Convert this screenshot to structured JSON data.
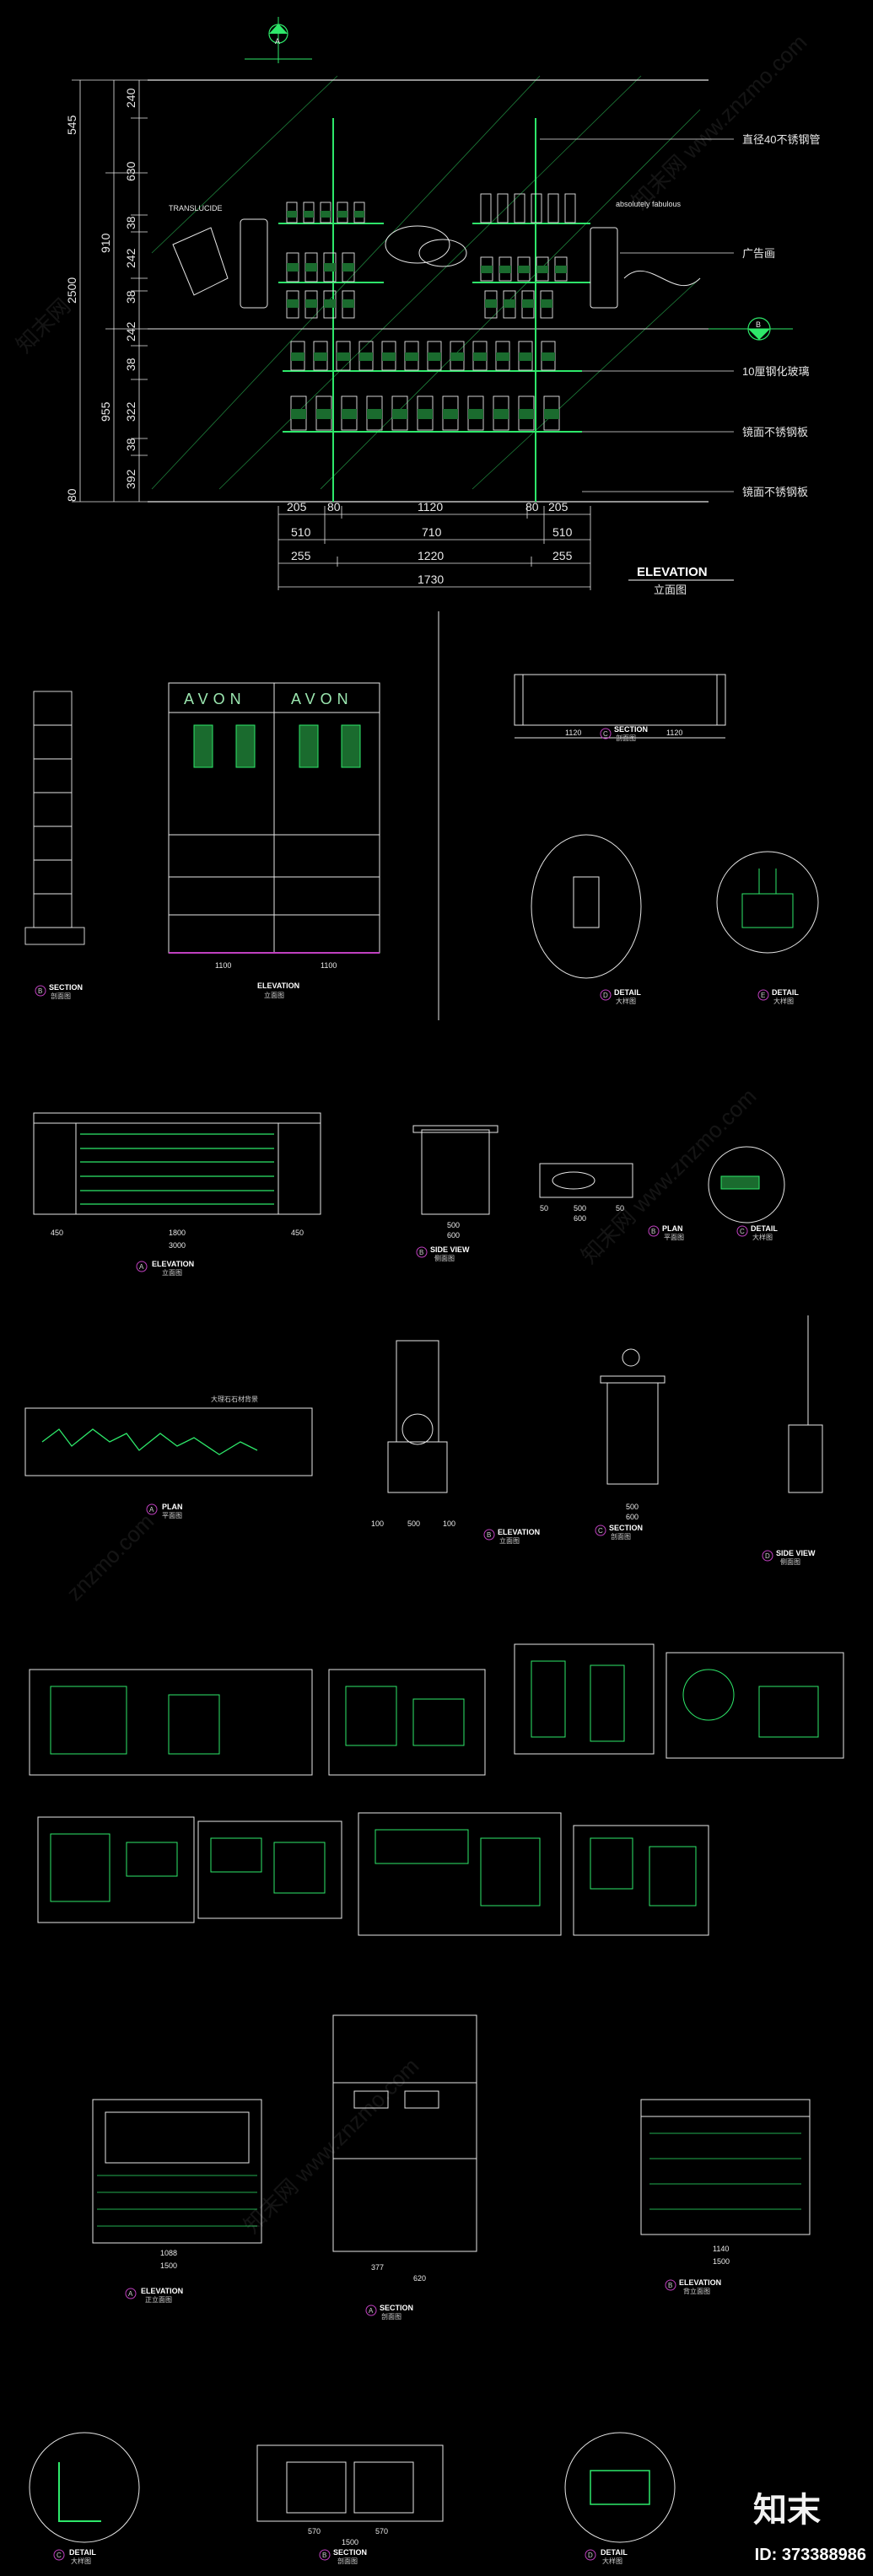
{
  "top": {
    "title": "ELEVATION",
    "subtitle": "立面图",
    "notes": [
      "直径40不锈钢管",
      "广告画",
      "10厘钢化玻璃",
      "镜面不锈钢板",
      "镜面不锈钢板"
    ],
    "left_dims": [
      "545",
      "240",
      "630",
      "910",
      "38",
      "242",
      "2500",
      "38",
      "242",
      "38",
      "955",
      "322",
      "38",
      "80",
      "392"
    ],
    "bottom_dims_row1": [
      "205",
      "80",
      "1120",
      "80",
      "205"
    ],
    "bottom_dims_row2": [
      "510",
      "710",
      "510"
    ],
    "bottom_dims_row3": [
      "255",
      "1220",
      "255"
    ],
    "bottom_dims_row4": [
      "1730"
    ],
    "section_marks": [
      "A",
      "B"
    ],
    "brand_left": "TRANSLUCIDE",
    "brand_right": "absolutely fabulous"
  },
  "row2": {
    "left_section": {
      "letter": "B",
      "title": "SECTION",
      "subtitle": "剖面图"
    },
    "center_elevation": {
      "brand": "AVON",
      "brand2": "AVON",
      "title": "ELEVATION",
      "subtitle": "立面图",
      "dims": [
        "1100",
        "1100"
      ]
    },
    "right_section": {
      "letter": "C",
      "title": "SECTION",
      "subtitle": "剖面图",
      "dims": [
        "1120",
        "1120"
      ]
    },
    "detail1": {
      "letter": "D",
      "title": "DETAIL",
      "subtitle": "大样图"
    },
    "detail2": {
      "letter": "E",
      "title": "DETAIL",
      "subtitle": "大样图"
    }
  },
  "row3": {
    "elevation": {
      "letter": "A",
      "title": "ELEVATION",
      "subtitle": "立面图",
      "dims": [
        "450",
        "1800",
        "450",
        "3000"
      ]
    },
    "side_view": {
      "letter": "B",
      "title": "SIDE VIEW",
      "subtitle": "侧面图",
      "dims": [
        "500",
        "600"
      ]
    },
    "plan_small": {
      "letter": "B",
      "title": "PLAN",
      "subtitle": "平面图",
      "dims": [
        "50",
        "500",
        "50",
        "600"
      ]
    },
    "detail": {
      "letter": "C",
      "title": "DETAIL",
      "subtitle": "大样图"
    }
  },
  "row4": {
    "plan": {
      "letter": "A",
      "title": "PLAN",
      "subtitle": "平面图",
      "note": "大理石石材背景"
    },
    "elevation": {
      "letter": "B",
      "title": "ELEVATION",
      "subtitle": "立面图",
      "dims": [
        "100",
        "500",
        "100"
      ]
    },
    "section": {
      "letter": "C",
      "title": "SECTION",
      "subtitle": "剖面图",
      "dims": [
        "500",
        "600"
      ]
    },
    "side_view": {
      "letter": "D",
      "title": "SIDE VIEW",
      "subtitle": "侧面图"
    }
  },
  "row6": {
    "elevation_left": {
      "letter": "A",
      "title": "ELEVATION",
      "subtitle": "正立面图",
      "dims": [
        "1088",
        "1500"
      ]
    },
    "section_mid": {
      "letter": "A",
      "title": "SECTION",
      "subtitle": "剖面图",
      "dims": [
        "377",
        "620"
      ]
    },
    "elevation_right": {
      "letter": "B",
      "title": "ELEVATION",
      "subtitle": "背立面图",
      "dims": [
        "1140",
        "1500"
      ]
    }
  },
  "row7": {
    "detail_left": {
      "letter": "C",
      "title": "DETAIL",
      "subtitle": "大样图"
    },
    "section_mid": {
      "letter": "B",
      "title": "SECTION",
      "subtitle": "剖面图",
      "dims": [
        "570",
        "570",
        "1500"
      ]
    },
    "detail_right": {
      "letter": "D",
      "title": "DETAIL",
      "subtitle": "大样图"
    }
  },
  "footer": {
    "logo": "知末",
    "id": "ID: 373388986"
  },
  "watermarks": [
    "知末网 www.znzmo.com",
    "znzmo.com",
    "知末网"
  ],
  "colors": {
    "line": "#e6e6e6",
    "accent": "#2ee86a",
    "green_fill": "#1a6b2e",
    "bg": "#000000",
    "guide": "#26a04a",
    "purple": "#c040c0"
  }
}
